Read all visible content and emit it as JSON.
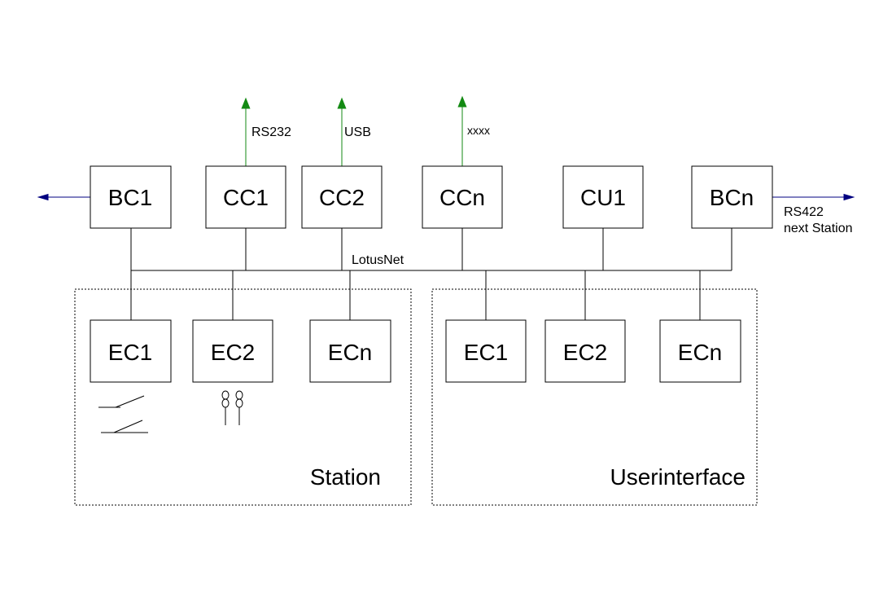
{
  "colors": {
    "up_arrow": "#138a13",
    "side_arrow": "#000080",
    "line": "#000000"
  },
  "bus": {
    "label": "LotusNet"
  },
  "top_boxes": {
    "bc1": "BC1",
    "cc1": "CC1",
    "cc2": "CC2",
    "ccn": "CCn",
    "cu1": "CU1",
    "bcn": "BCn"
  },
  "interfaces": {
    "cc1": "RS232",
    "cc2": "USB",
    "ccn": "xxxx",
    "bcn_line1": "RS422",
    "bcn_line2": "next Station"
  },
  "station": {
    "label": "Station",
    "ec1": "EC1",
    "ec2": "EC2",
    "ecn": "ECn"
  },
  "userinterface": {
    "label": "Userinterface",
    "ec1": "EC1",
    "ec2": "EC2",
    "ecn": "ECn"
  },
  "icons": {
    "switch": "switch-icon",
    "lamps": "lamp-icon"
  }
}
